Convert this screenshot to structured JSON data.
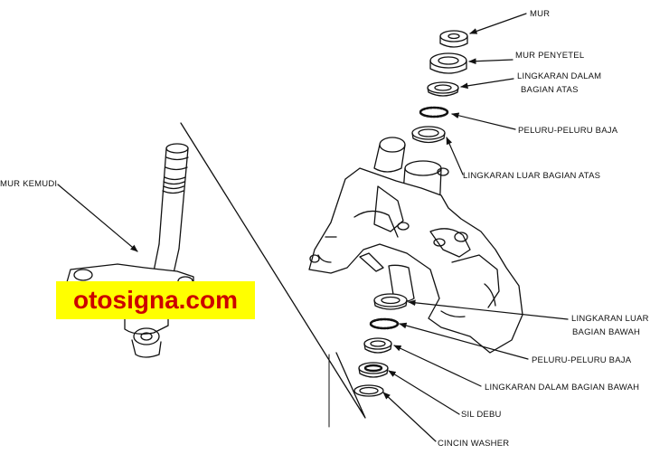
{
  "labels": {
    "mur": "MUR",
    "mur_penyetel": "MUR PENYETEL",
    "lingkaran_dalam_atas_1": "LINGKARAN DALAM",
    "lingkaran_dalam_atas_2": "BAGIAN ATAS",
    "peluru_atas": "PELURU-PELURU BAJA",
    "lingkaran_luar_atas": "LINGKARAN LUAR BAGIAN ATAS",
    "mur_kemudi": "MUR KEMUDI",
    "lingkaran_luar_bawah_1": "LINGKARAN LUAR",
    "lingkaran_luar_bawah_2": "BAGIAN BAWAH",
    "peluru_bawah": "PELURU-PELURU BAJA",
    "lingkaran_dalam_bawah": "LINGKARAN DALAM BAGIAN BAWAH",
    "sil_debu": "SIL DEBU",
    "cincin_washer": "CINCIN WASHER"
  },
  "watermark": "otosigna.com",
  "colors": {
    "watermark_bg": "#ffff00",
    "watermark_text": "#cc0000",
    "line": "#111111"
  }
}
